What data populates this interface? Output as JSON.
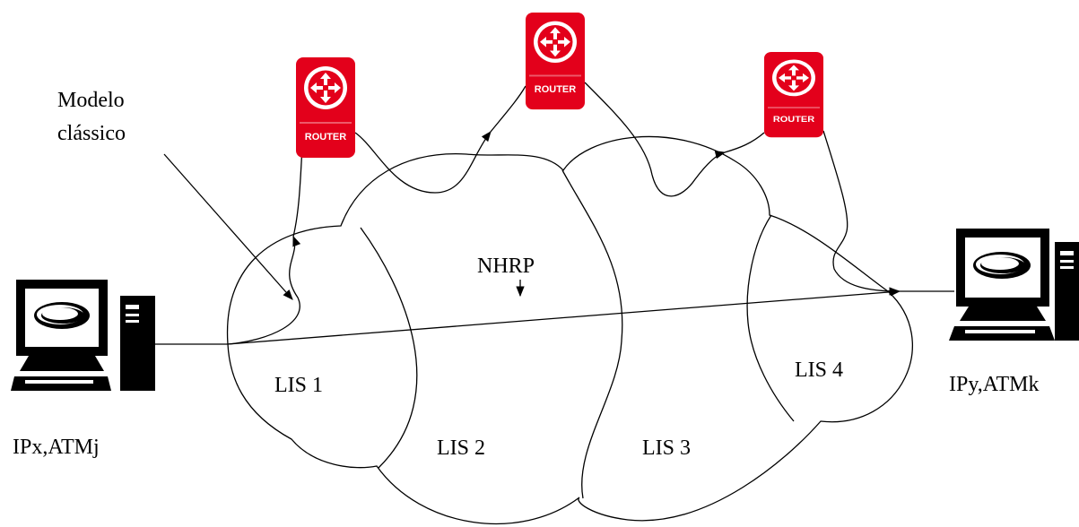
{
  "labels": {
    "model_line1": "Modelo",
    "model_line2": "clássico",
    "nhrp": "NHRP",
    "lis1": "LIS 1",
    "lis2": "LIS 2",
    "lis3": "LIS 3",
    "lis4": "LIS 4",
    "host_left": "IPx,ATMj",
    "host_right": "IPy,ATMk"
  },
  "router_label": "ROUTER",
  "colors": {
    "router": "#e3001b",
    "line": "#000000",
    "background": "#ffffff"
  }
}
